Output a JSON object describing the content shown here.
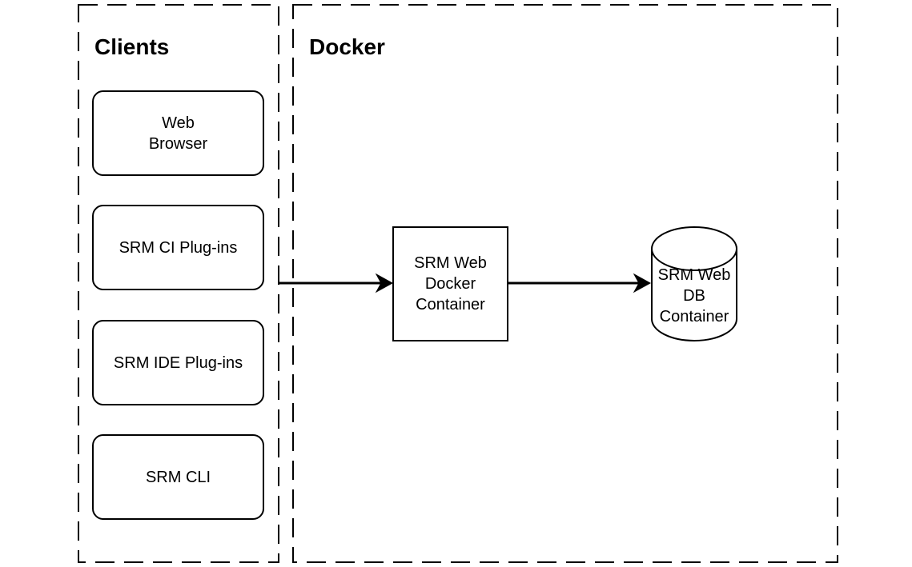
{
  "groups": {
    "clients": {
      "title": "Clients"
    },
    "docker": {
      "title": "Docker"
    }
  },
  "clients": [
    {
      "label": "Web\nBrowser"
    },
    {
      "label": "SRM CI Plug-ins"
    },
    {
      "label": "SRM IDE Plug-ins"
    },
    {
      "label": "SRM CLI"
    }
  ],
  "web_container": {
    "label": "SRM Web\nDocker\nContainer"
  },
  "db_container": {
    "label": "SRM Web\nDB\nContainer"
  }
}
